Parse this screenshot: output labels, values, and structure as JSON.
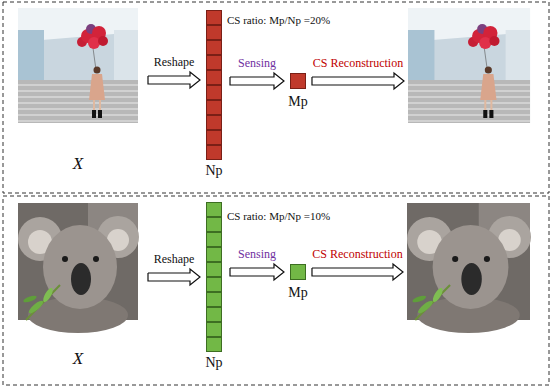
{
  "diagram": {
    "nodes": [
      {
        "text": [
          "X"
        ]
      },
      {
        "text": [
          "Np"
        ]
      },
      {
        "text": [
          "Mp"
        ]
      },
      {
        "text": []
      },
      {
        "text": [
          "X"
        ]
      },
      {
        "text": [
          "Np"
        ]
      },
      {
        "text": [
          "Mp"
        ]
      },
      {
        "text": []
      }
    ],
    "edges": [
      {
        "from": 0,
        "to": 1,
        "label": "Reshape",
        "arrow": "to"
      },
      {
        "from": 1,
        "to": 2,
        "label": "Sensing",
        "arrow": "to"
      },
      {
        "from": 2,
        "to": 3,
        "label": "CS Reconstruction",
        "arrow": "to"
      },
      {
        "from": 4,
        "to": 5,
        "label": "Reshape",
        "arrow": "to"
      },
      {
        "from": 5,
        "to": 6,
        "label": "Sensing",
        "arrow": "to"
      },
      {
        "from": 6,
        "to": 7,
        "label": "CS Reconstruction",
        "arrow": "to"
      }
    ],
    "labels": [
      "CS ratio: Mp/Np =20%",
      "CS ratio: Mp/Np =10%"
    ]
  }
}
